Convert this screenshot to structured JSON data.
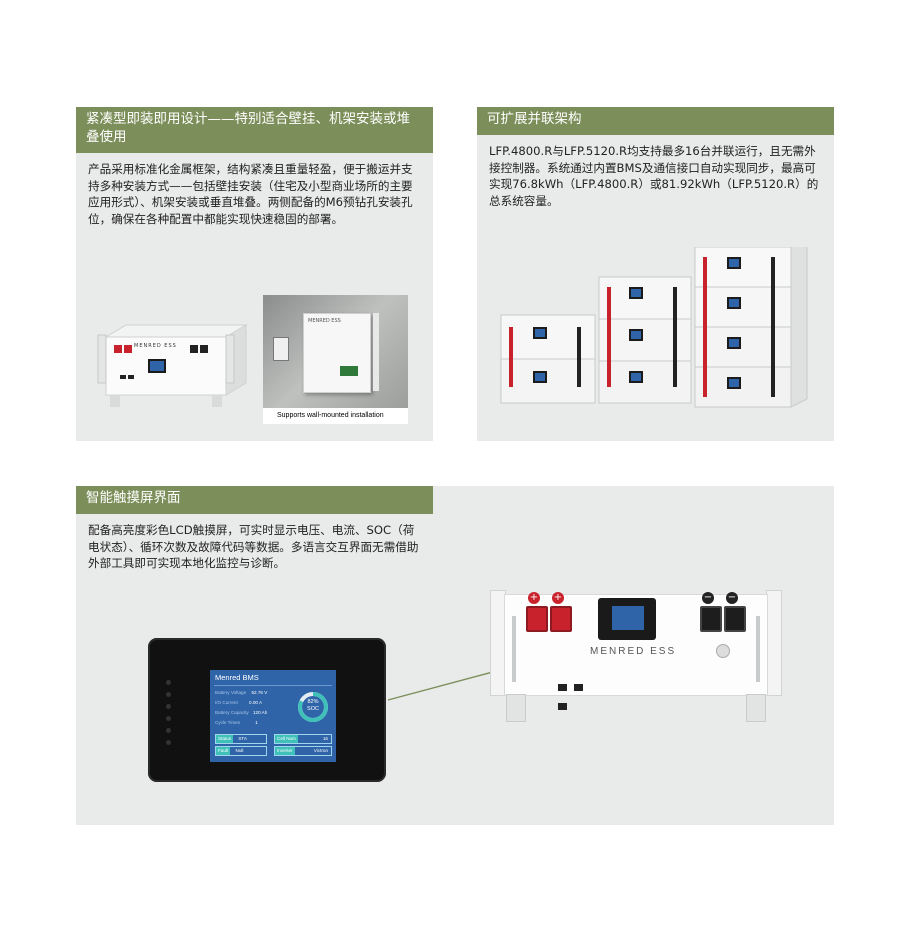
{
  "section1": {
    "heading": "紧凑型即装即用设计——特别适合壁挂、机架安装或堆叠使用",
    "body": "产品采用标准化金属框架，结构紧凑且重量轻盈，便于搬运并支持多种安装方式——包括壁挂安装（住宅及小型商业场所的主要应用形式）、机架安装或垂直堆叠。两侧配备的M6预钻孔安装孔位，确保在各种配置中都能实现快速稳固的部署。",
    "caption": "Supports wall-mounted installation",
    "brand_small": "MENRED ESS"
  },
  "section2": {
    "heading": "可扩展并联架构",
    "body": "LFP.4800.R与LFP.5120.R均支持最多16台并联运行，且无需外接控制器。系统通过内置BMS及通信接口自动实现同步，最高可实现76.8kWh（LFP.4800.R）或81.92kWh（LFP.5120.R）的总系统容量。"
  },
  "section3": {
    "heading": "智能触摸屏界面",
    "body": "配备高亮度彩色LCD触摸屏，可实时显示电压、电流、SOC（荷电状态）、循环次数及故障代码等数据。多语言交互界面无需借助外部工具即可实现本地化监控与诊断。",
    "brand": "MENRED ESS",
    "lcd": {
      "title": "Menred BMS",
      "rows": [
        {
          "label": "Battery Voltage",
          "value": "52.76 V"
        },
        {
          "label": "I/O Current",
          "value": "0.00 A"
        },
        {
          "label": "Battery Capacity",
          "value": "120 Ah"
        },
        {
          "label": "Cycle Times",
          "value": "1"
        }
      ],
      "soc": "82%",
      "soc_label": "SOC",
      "soc_value": 0.82,
      "chips": [
        {
          "label": "Status",
          "value": "STA"
        },
        {
          "label": "Cell Num",
          "value": "16"
        },
        {
          "label": "Fault",
          "value": "Null"
        },
        {
          "label": "Inverter",
          "value": "Victron"
        }
      ]
    }
  },
  "colors": {
    "header_green": "#7c8f5a",
    "panel_gray": "#e9eaea",
    "lcd_blue": "#2f64a8",
    "lcd_teal": "#3fc0b8",
    "terminal_red": "#c8232c"
  }
}
